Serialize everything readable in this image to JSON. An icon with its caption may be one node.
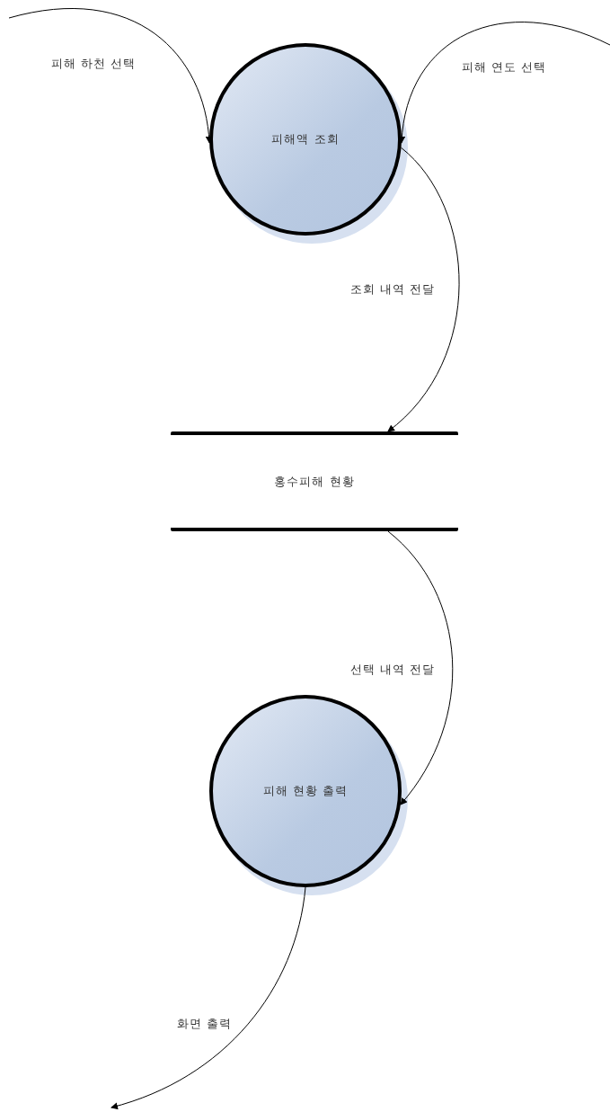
{
  "diagram": {
    "nodes": [
      {
        "text": [
          "피해액 조회"
        ]
      },
      {
        "text": [
          "홍수피해 현황"
        ]
      },
      {
        "text": [
          "피해 현황 출력"
        ]
      }
    ],
    "edges": [
      {
        "from": null,
        "to": 0,
        "arrow": "to",
        "label": "피해 하천 선택"
      },
      {
        "from": null,
        "to": 0,
        "arrow": "to",
        "label": "피해 연도 선택"
      },
      {
        "from": 0,
        "to": 1,
        "arrow": "to",
        "label": "조회 내역 전달"
      },
      {
        "from": 1,
        "to": 2,
        "arrow": "to",
        "label": "선택 내역 전달"
      },
      {
        "from": 2,
        "to": null,
        "arrow": "to",
        "label": "화면 출력"
      }
    ]
  }
}
